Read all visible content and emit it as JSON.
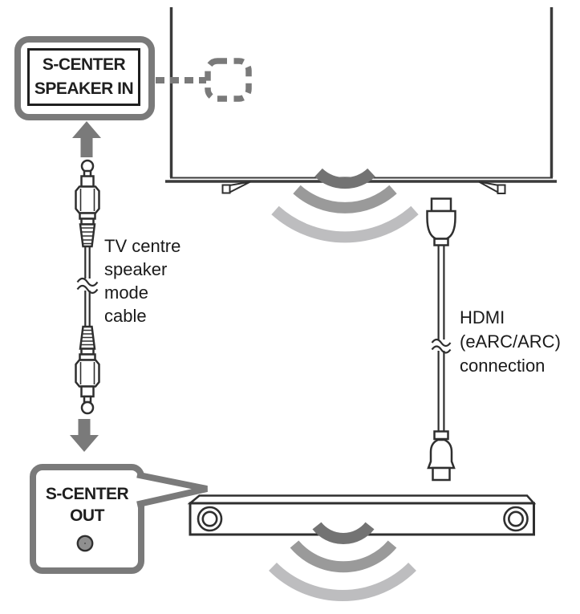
{
  "ports": {
    "speaker_in": {
      "label": "S-CENTER\nSPEAKER IN"
    },
    "out": {
      "label": "S-CENTER\nOUT"
    }
  },
  "labels": {
    "center_cable": "TV centre\nspeaker\nmode\ncable",
    "hdmi": "HDMI\n(eARC/ARC)\nconnection"
  },
  "colors": {
    "accent_gray": "#7a7a7a",
    "outline_dark": "#2f2f2f",
    "tv_outline": "#3a3a3a",
    "wave_dark": "#737373",
    "wave_mid": "#9a9a9a",
    "wave_light": "#bdbdbf",
    "jack_ring_gray": "#8f8f8f",
    "text": "#1a1a1a"
  }
}
